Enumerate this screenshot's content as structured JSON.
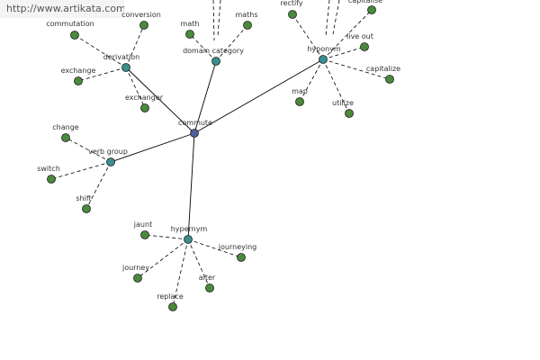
{
  "site_url": "http://www.artikata.com",
  "colors": {
    "center_node": "#4f5f9a",
    "category_node": "#3a8f8f",
    "leaf_node": "#4a8a3d",
    "edge": "#000000"
  },
  "graph": {
    "center": "commute",
    "categories": [
      {
        "label": "derivation",
        "leaves": [
          "conversion",
          "commutation",
          "exchange",
          "exchanger"
        ]
      },
      {
        "label": "domain category",
        "leaves": [
          "math",
          "maths"
        ]
      },
      {
        "label": "hyponym",
        "leaves": [
          "rectify",
          "capitalise",
          "live out",
          "capitalize",
          "map",
          "utilize"
        ]
      },
      {
        "label": "verb group",
        "leaves": [
          "change",
          "switch",
          "shift"
        ]
      },
      {
        "label": "hypernym",
        "leaves": [
          "jaunt",
          "journeying",
          "journey",
          "replace",
          "alter"
        ]
      }
    ]
  }
}
